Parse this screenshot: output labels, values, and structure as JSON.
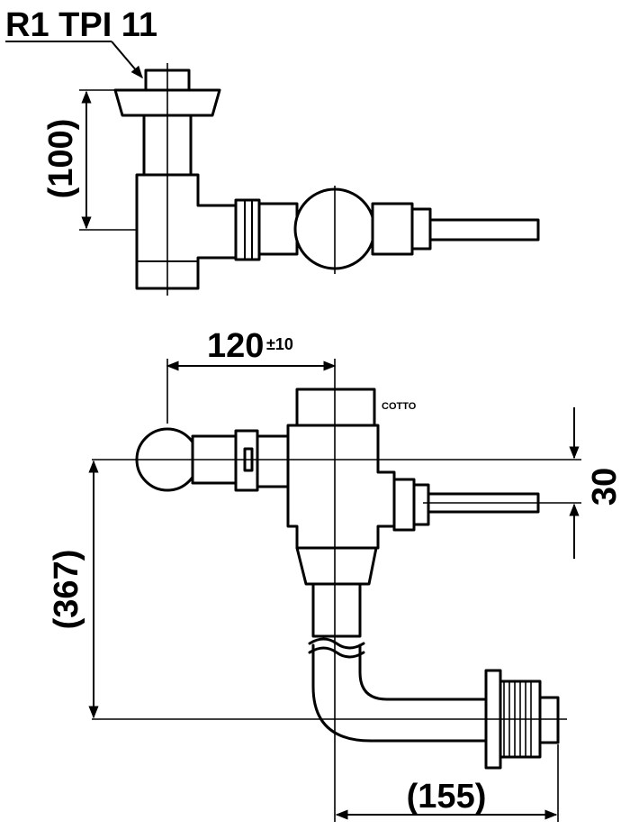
{
  "labels": {
    "thread": "R1 TPI 11",
    "dim_top_height": "(100)",
    "dim_width": "120",
    "dim_width_tol": "±10",
    "dim_offset": "30",
    "dim_total_height": "(367)",
    "dim_outlet": "(155)",
    "brand": "COTTO"
  }
}
